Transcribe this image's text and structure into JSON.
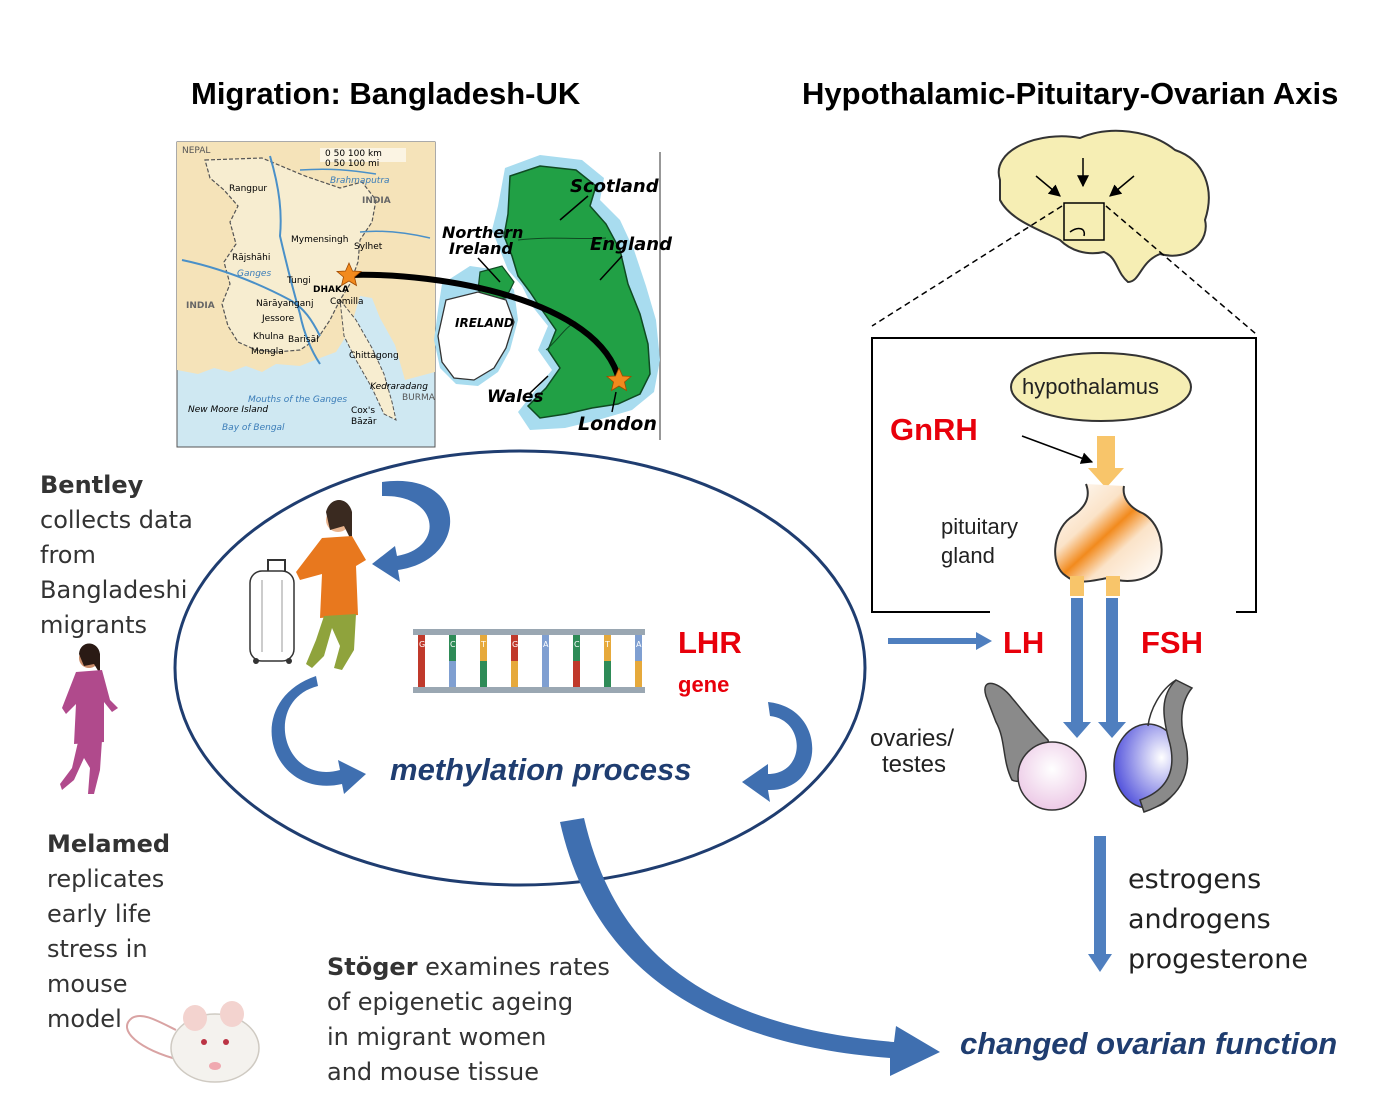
{
  "titles": {
    "migration": "Migration: Bangladesh-UK",
    "axis": "Hypothalamic-Pituitary-Ovarian Axis"
  },
  "map_bd": {
    "country_top": "INDIA",
    "country_left": "INDIA",
    "country_right": "BURMA",
    "nepal": "NEPAL",
    "scale_km": "0    50   100 km",
    "scale_mi": "0    50   100 mi",
    "cities": [
      "Rangpur",
      "Mymensingh",
      "Sylhet",
      "Rajshahi",
      "Tungi",
      "DHAKA",
      "Narayanganj",
      "Comilla",
      "Jessore",
      "Khulna",
      "Barisal",
      "Mongla",
      "Chittagong",
      "Cox's Bazar",
      "Kedraradang"
    ],
    "rivers": [
      "Brahmaputra",
      "Ganges",
      "Mouths of the Ganges"
    ],
    "water": [
      "Bay of Bengal",
      "New Moore Island"
    ]
  },
  "map_uk": {
    "labels": [
      "Scotland",
      "England",
      "Northern Ireland",
      "IRELAND",
      "Wales",
      "London"
    ]
  },
  "left_notes": {
    "bentley_name": "Bentley",
    "bentley_lines": [
      "collects data",
      "from",
      "Bangladeshi",
      "migrants"
    ],
    "melamed_name": "Melamed",
    "melamed_lines": [
      "replicates",
      "early life",
      "stress in",
      "mouse",
      "model"
    ],
    "stoger_name": "Stöger",
    "stoger_first": " examines rates",
    "stoger_lines": [
      "of epigenetic ageing",
      "in migrant women",
      "and mouse tissue"
    ]
  },
  "center": {
    "gene_name": "LHR",
    "gene_sub": "gene",
    "process": "methylation process",
    "dna_letters": [
      "G",
      "C",
      "T",
      "G",
      "A",
      "C",
      "T",
      "A"
    ]
  },
  "axis_diagram": {
    "hypothalamus": "hypothalamus",
    "gnrh": "GnRH",
    "pituitary": [
      "pituitary",
      "gland"
    ],
    "lh": "LH",
    "fsh": "FSH",
    "gonads": [
      "ovaries/",
      "testes"
    ],
    "hormones": [
      "estrogens",
      "androgens",
      "progesterone"
    ],
    "outcome": "changed ovarian function"
  },
  "colors": {
    "arrow_blue": "#4f7fbf",
    "navy": "#1f3d70",
    "red": "#e8000b",
    "uk_green": "#21a045",
    "brain_beige": "#f6eeb4",
    "orange": "#f28a1d",
    "gnrh_arrow": "#f8c56a"
  }
}
